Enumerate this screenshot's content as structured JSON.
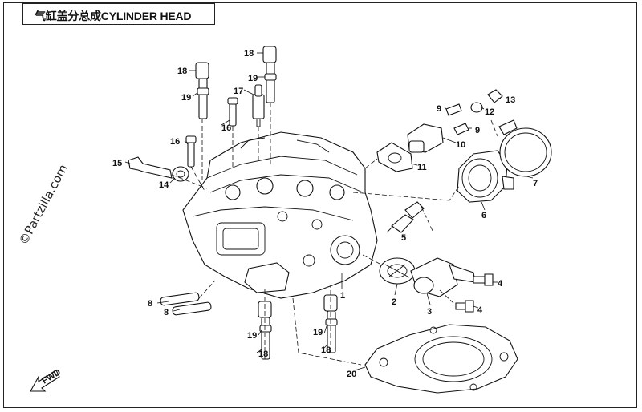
{
  "title": "气缸盖分总成CYLINDER HEAD",
  "watermark": "©Partzilla.com",
  "fwd_label": "FWD",
  "callouts": {
    "c1": "1",
    "c2": "2",
    "c3": "3",
    "c4a": "4",
    "c4b": "4",
    "c5": "5",
    "c6": "6",
    "c7": "7",
    "c8a": "8",
    "c8b": "8",
    "c9a": "9",
    "c9b": "9",
    "c10": "10",
    "c11": "11",
    "c12": "12",
    "c13": "13",
    "c14": "14",
    "c15": "15",
    "c16a": "16",
    "c16b": "16",
    "c17": "17",
    "c18a": "18",
    "c18b": "18",
    "c18c": "18",
    "c18d": "18",
    "c19a": "19",
    "c19b": "19",
    "c19c": "19",
    "c19d": "19",
    "c20": "20"
  }
}
